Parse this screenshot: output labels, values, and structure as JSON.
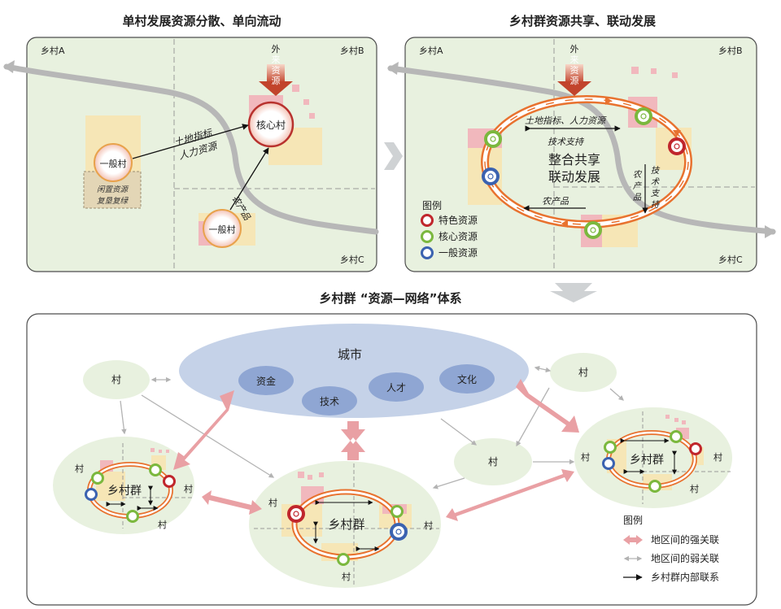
{
  "top_left": {
    "title": "单村发展资源分散、单向流动",
    "corner_a": "乡村A",
    "corner_b": "乡村B",
    "corner_c": "乡村C",
    "external_resources": [
      "外",
      "来",
      "资",
      "源"
    ],
    "core_village": "核心村",
    "general_village": "一般村",
    "idle_resources_line1": "闲置资源",
    "idle_resources_line2": "复垦复绿",
    "flow_land_line1": "土地指标",
    "flow_land_line2": "人力资源",
    "flow_produce": "农产品"
  },
  "top_right": {
    "title": "乡村群资源共享、联动发展",
    "corner_a": "乡村A",
    "corner_b": "乡村B",
    "corner_c": "乡村C",
    "external_resources": [
      "外",
      "来",
      "资",
      "源"
    ],
    "flow_land": "土地指标、人力资源",
    "flow_tech": "技术支持",
    "center_line1": "整合共享",
    "center_line2": "联动发展",
    "flow_produce": "农产品",
    "flow_produce_vertical": [
      "农",
      "产",
      "品"
    ],
    "flow_tech_vertical": [
      "技",
      "术",
      "支",
      "持"
    ],
    "legend_title": "图例",
    "legend_items": [
      "特色资源",
      "核心资源",
      "一般资源"
    ]
  },
  "bottom": {
    "title": "乡村群 “资源—网络”体系",
    "city": "城市",
    "city_items": [
      "资金",
      "技术",
      "人才",
      "文化"
    ],
    "village": "村",
    "cluster": "乡村群",
    "legend_title": "图例",
    "legend_items": [
      "地区间的强关联",
      "地区间的弱关联",
      "乡村群内部联系"
    ]
  },
  "colors": {
    "panel_bg": "#e8f1df",
    "panel_border": "#4d4d4d",
    "cream": "#f6e6b6",
    "pink": "#f1b8bd",
    "orange": "#e8722f",
    "red_ring": "#c0262c",
    "green_ring": "#7bb83e",
    "blue_ring": "#3b62b0",
    "grey_arrow": "#b3b3b3",
    "city_blue": "#c5d2e8",
    "node_blue": "#8fa6d3",
    "strong_arrow": "#e9a0a4"
  }
}
